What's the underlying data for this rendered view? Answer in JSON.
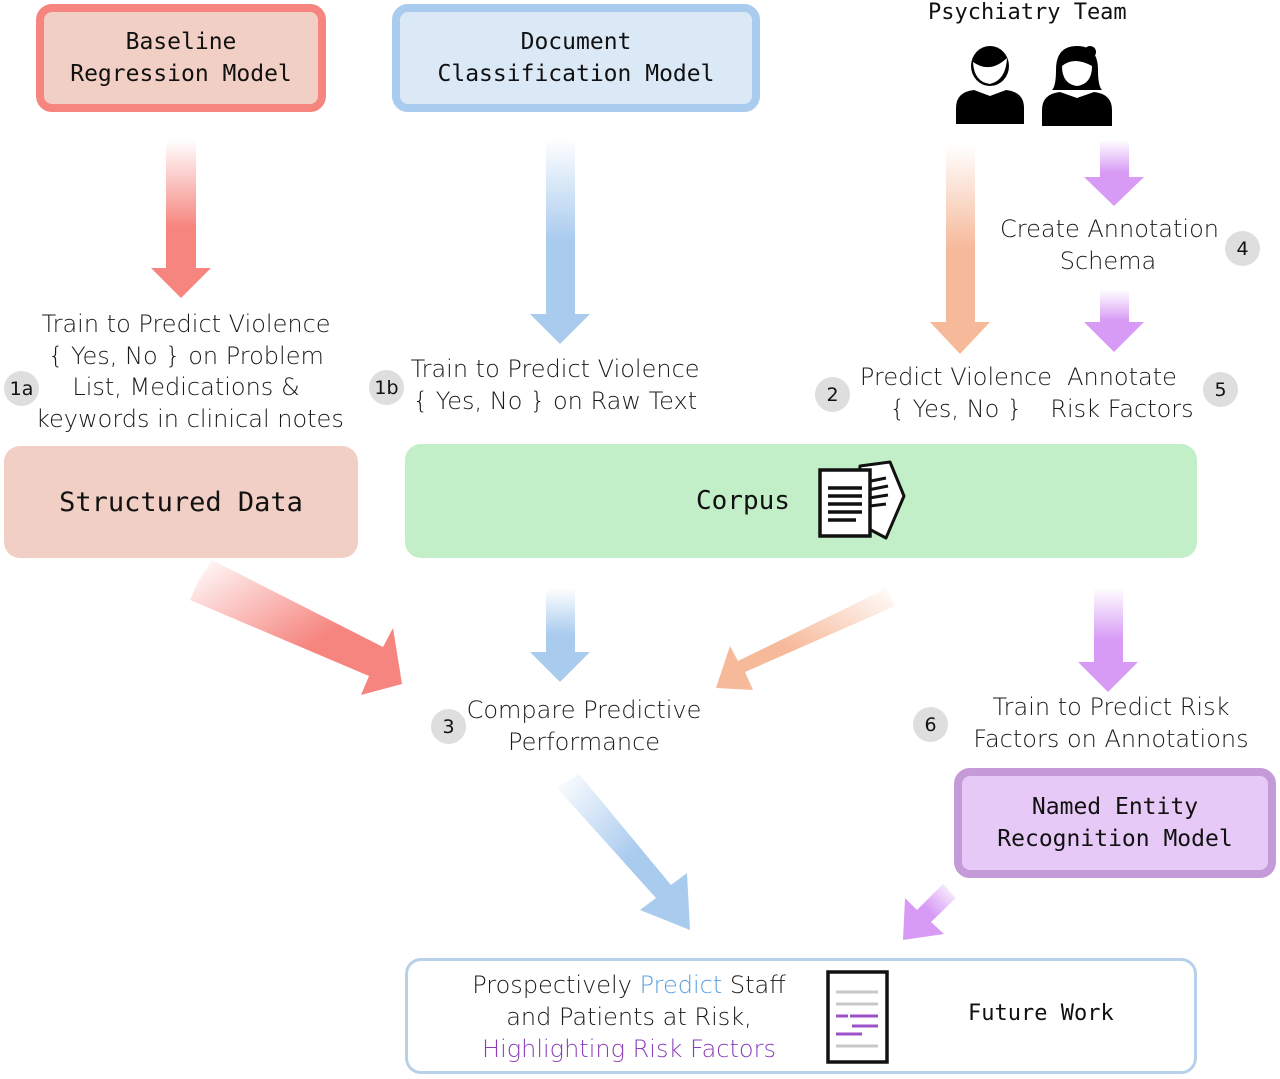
{
  "colors": {
    "red_arrow": "#f6857f",
    "blue_arrow": "#a9cbee",
    "peach_arrow": "#f6b99a",
    "purple_arrow": "#d79af5"
  },
  "boxes": {
    "baseline_model": [
      "Baseline",
      "Regression Model"
    ],
    "document_model": [
      "Document",
      "Classification Model"
    ],
    "ner_model": [
      "Named Entity",
      "Recognition Model"
    ],
    "structured_data": "Structured Data",
    "corpus": "Corpus",
    "future_work": "Future Work"
  },
  "team": {
    "title": "Psychiatry Team",
    "icons": [
      "man-silhouette-icon",
      "woman-silhouette-icon"
    ]
  },
  "steps": {
    "s1a": {
      "badge": "1a",
      "lines": [
        "Train to Predict Violence",
        "{ Yes, No }  on Problem",
        "List, Medications &",
        "keywords in clinical notes"
      ]
    },
    "s1b": {
      "badge": "1b",
      "lines": [
        "Train to Predict Violence",
        "{ Yes, No }  on Raw Text"
      ]
    },
    "s2": {
      "badge": "2",
      "lines": [
        "Predict Violence",
        "{ Yes, No }"
      ]
    },
    "s3": {
      "badge": "3",
      "lines": [
        "Compare Predictive",
        "Performance"
      ]
    },
    "s4": {
      "badge": "4",
      "lines": [
        "Create Annotation",
        "Schema"
      ]
    },
    "s5": {
      "badge": "5",
      "lines": [
        "Annotate",
        "Risk Factors"
      ]
    },
    "s6": {
      "badge": "6",
      "lines": [
        "Train to Predict Risk",
        "Factors on Annotations"
      ]
    }
  },
  "future_text": {
    "line1_pre": "Prospectively ",
    "line1_highlight": "Predict",
    "line1_post": " Staff",
    "line2": "and Patients at Risk,",
    "line3": "Highlighting Risk Factors"
  }
}
